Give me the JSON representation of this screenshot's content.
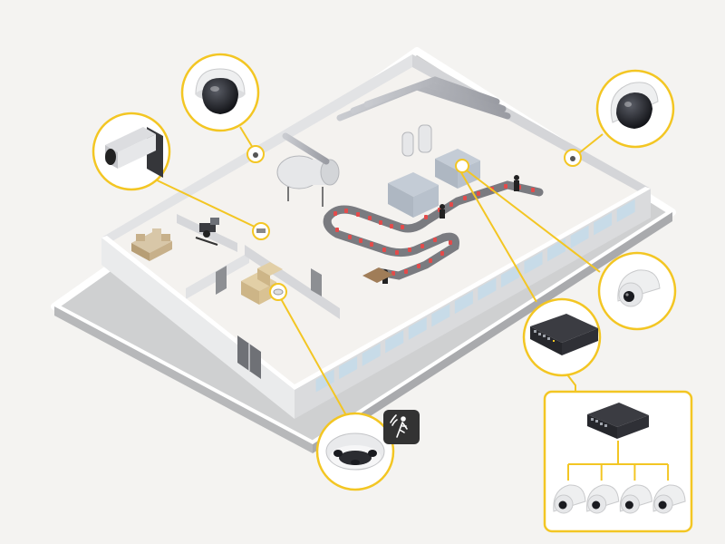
{
  "scene": {
    "background": "#f4f3f1",
    "accent": "#f3c623",
    "building": {
      "ground": "#cfd0d1",
      "ground_side": "#b7b8ba",
      "outline": "#ffffff",
      "wall": "#e8e9ea",
      "wall_side": "#d9dadc",
      "floor": "#f4f2ef",
      "window": "#c7dbe8"
    },
    "production_line": {
      "conveyor": "#7a7b80",
      "items": "#e34b4b",
      "machine": "#c4ccd6"
    },
    "camera_callouts": [
      {
        "name": "dome-camera",
        "icon": "dome-camera-icon"
      },
      {
        "name": "box-camera",
        "icon": "box-camera-icon"
      },
      {
        "name": "dome-camera",
        "icon": "dome-camera-icon"
      },
      {
        "name": "turret-camera",
        "icon": "turret-camera-icon"
      },
      {
        "name": "panoramic-camera",
        "icon": "panoramic-camera-icon"
      }
    ],
    "switch_callout": {
      "icon": "network-switch-icon"
    },
    "motion_badge": {
      "icon": "motion-sensor-icon",
      "color": "#333333"
    },
    "network_panel": {
      "switch_icon": "network-switch-icon",
      "camera_icon": "turret-camera-icon",
      "camera_count": 4
    }
  }
}
